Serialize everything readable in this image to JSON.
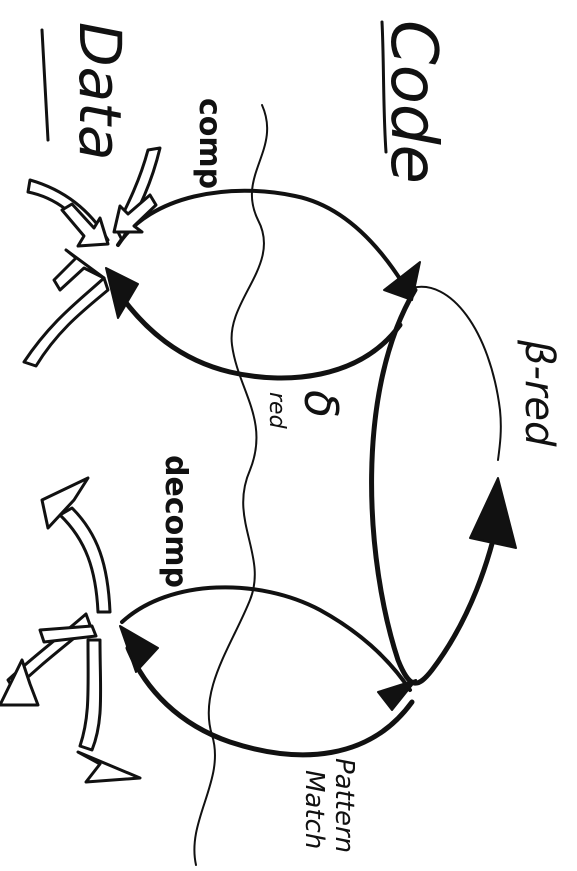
{
  "labels": {
    "code": "Code",
    "data": "Data",
    "comp": "comp",
    "delta": "δ",
    "delta_sub": "red",
    "beta": "β-red",
    "decomp": "decomp",
    "pattern": "Pattern",
    "match": "Match"
  },
  "colors": {
    "ink": "#111111",
    "paper": "#ffffff"
  }
}
